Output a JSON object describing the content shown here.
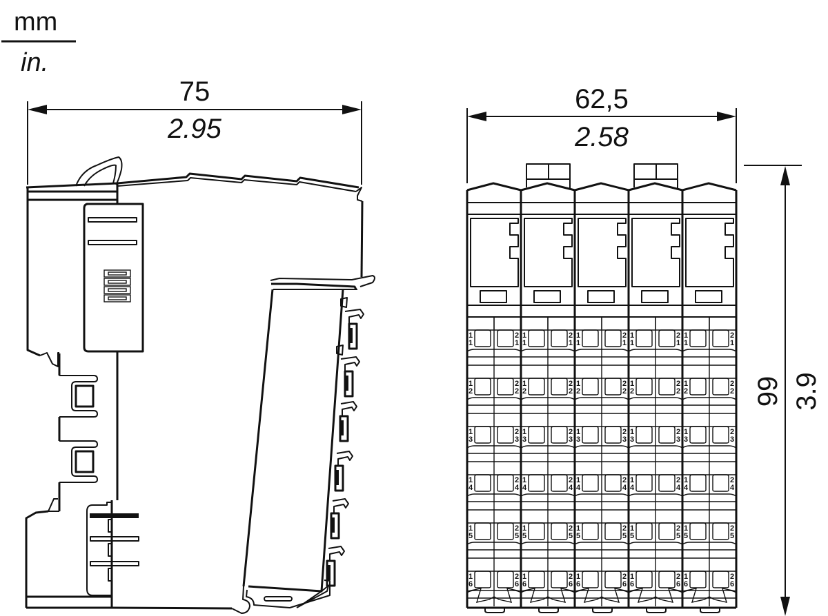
{
  "units": {
    "primary": "mm",
    "secondary": "in."
  },
  "side_view": {
    "width_dimension": {
      "mm": "75",
      "in": "2.95"
    }
  },
  "front_view": {
    "width_dimension": {
      "mm": "62,5",
      "in": "2.58"
    },
    "height_dimension": {
      "mm": "99",
      "in": "3.9"
    },
    "module_count": 5,
    "terminal_rows": [
      {
        "left_top": "1",
        "left_bottom": "1",
        "right_top": "2",
        "right_bottom": "1"
      },
      {
        "left_top": "1",
        "left_bottom": "2",
        "right_top": "2",
        "right_bottom": "2"
      },
      {
        "left_top": "1",
        "left_bottom": "3",
        "right_top": "2",
        "right_bottom": "3"
      },
      {
        "left_top": "1",
        "left_bottom": "4",
        "right_top": "2",
        "right_bottom": "4"
      },
      {
        "left_top": "1",
        "left_bottom": "5",
        "right_top": "2",
        "right_bottom": "5"
      },
      {
        "left_top": "1",
        "left_bottom": "6",
        "right_top": "2",
        "right_bottom": "6"
      }
    ]
  },
  "colors": {
    "line": "#111111",
    "background": "#ffffff"
  }
}
